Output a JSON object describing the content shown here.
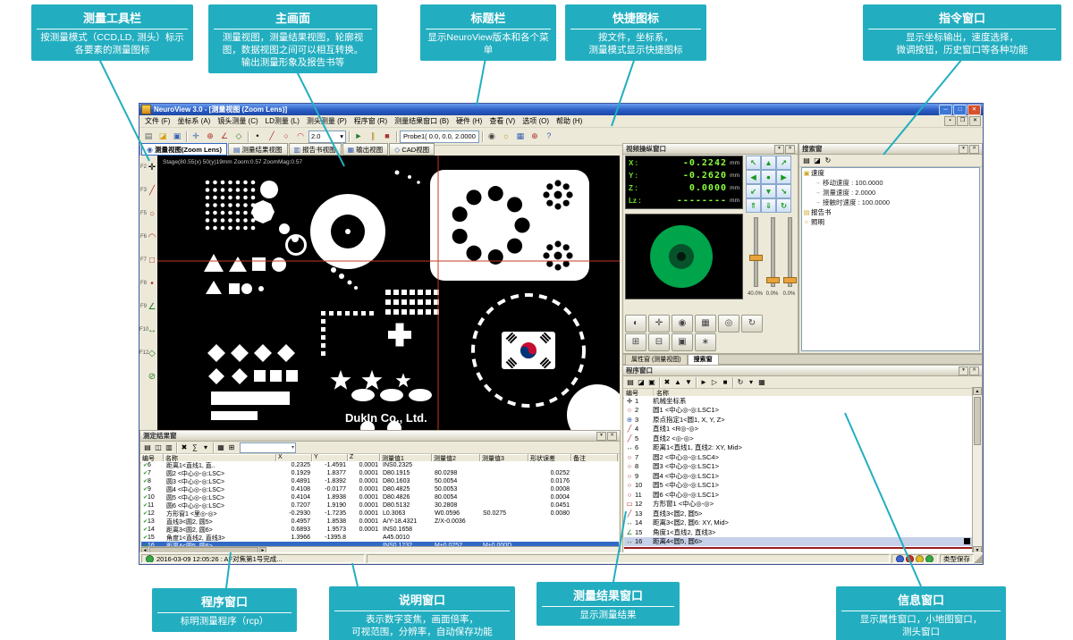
{
  "callouts": {
    "top": [
      {
        "title": "测量工具栏",
        "desc": "按测量模式（CCD,LD, 测头）标示\n各要素的测量图标"
      },
      {
        "title": "主画面",
        "desc": "测量视图，测量结果视图，轮廓视\n图，数据视图之间可以相互转换。\n输出测量形象及报告书等"
      },
      {
        "title": "标题栏",
        "desc": "显示NeuroView版本和各个菜单"
      },
      {
        "title": "快捷图标",
        "desc": "按文件，坐标系，\n测量模式显示快捷图标"
      },
      {
        "title": "指令窗口",
        "desc": "显示坐标输出，速度选择，\n微调按钮，历史窗口等各种功能"
      }
    ],
    "bottom": [
      {
        "title": "程序窗口",
        "desc": "标明测量程序（rcp）"
      },
      {
        "title": "说明窗口",
        "desc": "表示数字变焦，画面倍率，\n可视范围，分辨率，自动保存功能"
      },
      {
        "title": "测量结果窗口",
        "desc": "显示测量结果"
      },
      {
        "title": "信息窗口",
        "desc": "显示属性窗口，小地图窗口，\n测头窗口"
      }
    ]
  },
  "window": {
    "title": "NeuroView 3.0 - [测量视图 (Zoom Lens)]",
    "window_buttons": [
      "─",
      "□",
      "✕"
    ],
    "menu": [
      "文件 (F)",
      "坐标系 (A)",
      "镜头测量 (C)",
      "LD测量 (L)",
      "测头测量 (P)",
      "程序窗 (R)",
      "测量结果窗口 (B)",
      "硬件 (H)",
      "查看 (V)",
      "选项 (O)",
      "帮助 (H)"
    ],
    "mdi_buttons": [
      "▪",
      "❐",
      "✕"
    ],
    "main_toolbar": [
      {
        "t": "icon",
        "n": "new-file-icon",
        "g": "▤",
        "c": "#666666"
      },
      {
        "t": "icon",
        "n": "open-file-icon",
        "g": "◪",
        "c": "#d6a018"
      },
      {
        "t": "icon",
        "n": "save-icon",
        "g": "▣",
        "c": "#3a62b0"
      },
      {
        "t": "sep"
      },
      {
        "t": "icon",
        "n": "machine-csys-icon",
        "g": "✛",
        "c": "#3a62b0"
      },
      {
        "t": "icon",
        "n": "origin-icon",
        "g": "⊕",
        "c": "#b03030"
      },
      {
        "t": "icon",
        "n": "rotate-csys-icon",
        "g": "∠",
        "c": "#b03030"
      },
      {
        "t": "icon",
        "n": "plane-csys-icon",
        "g": "◇",
        "c": "#2a7a2a"
      },
      {
        "t": "sep"
      },
      {
        "t": "icon",
        "n": "point-tool-icon",
        "g": "•",
        "c": "#000000"
      },
      {
        "t": "icon",
        "n": "line-tool-icon",
        "g": "╱",
        "c": "#b03030"
      },
      {
        "t": "icon",
        "n": "circle-tool-icon",
        "g": "○",
        "c": "#b03030"
      },
      {
        "t": "icon",
        "n": "arc-tool-icon",
        "g": "◠",
        "c": "#b03030"
      },
      {
        "t": "combo",
        "n": "zoom-select",
        "v": "2.0"
      },
      {
        "t": "sep"
      },
      {
        "t": "icon",
        "n": "run-icon",
        "g": "►",
        "c": "#2a7a2a"
      },
      {
        "t": "icon",
        "n": "pause-icon",
        "g": "∥",
        "c": "#b08020"
      },
      {
        "t": "icon",
        "n": "stop-icon",
        "g": "■",
        "c": "#b03030"
      },
      {
        "t": "sep"
      },
      {
        "t": "display",
        "n": "probe-display",
        "v": "Probe1( 0.0, 0.0, 2.0000"
      },
      {
        "t": "sep"
      },
      {
        "t": "icon",
        "n": "camera-icon",
        "g": "◉",
        "c": "#444444"
      },
      {
        "t": "icon",
        "n": "light-icon",
        "g": "☼",
        "c": "#c09020"
      },
      {
        "t": "icon",
        "n": "grid-icon",
        "g": "▦",
        "c": "#3a62b0"
      },
      {
        "t": "icon",
        "n": "crosshair-icon",
        "g": "⊕",
        "c": "#b03030"
      },
      {
        "t": "icon",
        "n": "help-icon",
        "g": "?",
        "c": "#3a62b0"
      }
    ],
    "view_tabs": [
      {
        "label": "测量视图(Zoom Lens)",
        "icon": "◉"
      },
      {
        "label": "测量结果视图",
        "icon": "▤"
      },
      {
        "label": "报告书视图",
        "icon": "▥"
      },
      {
        "label": "输出视图",
        "icon": "▦"
      },
      {
        "label": "CAD视图",
        "icon": "◇"
      }
    ],
    "tool_palette": [
      {
        "key": "F2",
        "g": "✛",
        "c": "#000000"
      },
      {
        "key": "F3",
        "g": "╱",
        "c": "#b03030"
      },
      {
        "key": "F5",
        "g": "○",
        "c": "#b03030"
      },
      {
        "key": "F6",
        "g": "◠",
        "c": "#b03030"
      },
      {
        "key": "F7",
        "g": "□",
        "c": "#b03030"
      },
      {
        "key": "F8",
        "g": "•",
        "c": "#b03030"
      },
      {
        "key": "F9",
        "g": "∠",
        "c": "#2a7a2a"
      },
      {
        "key": "F10",
        "g": "↔",
        "c": "#2a7a2a"
      },
      {
        "key": "F12",
        "g": "◇",
        "c": "#2a7a2a"
      },
      {
        "key": "",
        "g": "⊘",
        "c": "#2a7a2a"
      }
    ],
    "canvas": {
      "info_text": "Stage(80.55(x) 50(y)19mm  Zoom:0.57  ZoomMag:0.57",
      "brand_text": "DukIn Co., Ltd."
    },
    "control_panel": {
      "title": "视频操纵窗口",
      "axes": [
        {
          "label": "X :",
          "value": "-0.2242",
          "unit": "mm"
        },
        {
          "label": "Y :",
          "value": "-0.2620",
          "unit": "mm"
        },
        {
          "label": "Z :",
          "value": "0.0000",
          "unit": "mm"
        },
        {
          "label": "Lz :",
          "value": "--------",
          "unit": "mm"
        }
      ],
      "jog_pad": [
        [
          {
            "n": "jog-up-left-button",
            "g": "↖"
          },
          {
            "n": "jog-up-button",
            "g": "▲"
          },
          {
            "n": "jog-up-right-button",
            "g": "↗"
          }
        ],
        [
          {
            "n": "jog-left-button",
            "g": "◀"
          },
          {
            "n": "jog-center-button",
            "g": "●"
          },
          {
            "n": "jog-right-button",
            "g": "▶"
          }
        ],
        [
          {
            "n": "jog-down-left-button",
            "g": "↙"
          },
          {
            "n": "jog-down-button",
            "g": "▼"
          },
          {
            "n": "jog-down-right-button",
            "g": "↘"
          }
        ]
      ],
      "jog_extra": [
        {
          "n": "z-up-button",
          "g": "⇑"
        },
        {
          "n": "z-down-button",
          "g": "⇓"
        },
        {
          "n": "jog-mode-button",
          "g": "↻"
        }
      ],
      "sliders": [
        {
          "n": "light-slider-1",
          "value": "40.0%",
          "pct": 40
        },
        {
          "n": "light-slider-2",
          "value": "0.0%",
          "pct": 0
        },
        {
          "n": "light-slider-3",
          "value": "0.0%",
          "pct": 0
        }
      ],
      "buttons_row1": [
        {
          "n": "joystick-button",
          "g": "◐"
        },
        {
          "n": "stage-button",
          "g": "✛"
        },
        {
          "n": "camera-view-button",
          "g": "◉"
        },
        {
          "n": "grid-view-button",
          "g": "▦"
        },
        {
          "n": "target-button",
          "g": "◎"
        },
        {
          "n": "refresh-button",
          "g": "↻"
        }
      ],
      "buttons_row2": [
        {
          "n": "zoom-in-button",
          "g": "⊞"
        },
        {
          "n": "zoom-out-button",
          "g": "⊟"
        },
        {
          "n": "fit-view-button",
          "g": "▣"
        },
        {
          "n": "options-button",
          "g": "∗"
        }
      ]
    },
    "search_panel": {
      "title": "搜索窗",
      "toolbar": [
        [
          "save-search-icon",
          "▤"
        ],
        [
          "folder-search-icon",
          "◪"
        ],
        [
          "refresh-search-icon",
          "↻"
        ]
      ],
      "tree": [
        {
          "icon": "▣",
          "label": "速度",
          "children": [
            "移动速度 : 100.0000",
            "测量速度 : 2.0000",
            "接触时速度 : 100.0000"
          ]
        },
        {
          "icon": "▤",
          "label": "报告书",
          "children": []
        },
        {
          "icon": "☼",
          "label": "照明",
          "children": []
        }
      ]
    },
    "dock_tabs": {
      "items": [
        "属性窗 (测量视图)",
        "搜索窗"
      ],
      "active": 1
    },
    "program_panel": {
      "title": "程序窗口",
      "toolbar": [
        [
          "new-step-icon",
          "▤"
        ],
        [
          "open-program-icon",
          "◪"
        ],
        [
          "save-program-icon",
          "▣"
        ],
        [
          "sep",
          ""
        ],
        [
          "delete-step-icon",
          "✖"
        ],
        [
          "move-up-icon",
          "▲"
        ],
        [
          "move-down-icon",
          "▼"
        ],
        [
          "sep",
          ""
        ],
        [
          "run-program-icon",
          "►"
        ],
        [
          "run-step-icon",
          "▷"
        ],
        [
          "stop-program-icon",
          "■"
        ],
        [
          "sep",
          ""
        ],
        [
          "loop-icon",
          "↻"
        ],
        [
          "filter-icon",
          "▾"
        ],
        [
          "columns-icon",
          "▦"
        ]
      ],
      "columns": [
        "编号",
        "名称"
      ],
      "rows": [
        {
          "no": "1",
          "g": "✛",
          "c": "#000000",
          "name": "机械坐标系"
        },
        {
          "no": "2",
          "g": "○",
          "c": "#b03030",
          "name": "圆1 <中心◎-◎:LSC1>"
        },
        {
          "no": "3",
          "g": "⊕",
          "c": "#3a62b0",
          "name": "原点指定1<圆1, X, Y, Z>"
        },
        {
          "no": "4",
          "g": "╱",
          "c": "#b03030",
          "name": "直线1 <R◎-◎>"
        },
        {
          "no": "5",
          "g": "╱",
          "c": "#b03030",
          "name": "直线2 <◎-◎>"
        },
        {
          "no": "6",
          "g": "↔",
          "c": "#2a7a2a",
          "name": "距离1<直线1, 直线2: XY, Mid>"
        },
        {
          "no": "7",
          "g": "○",
          "c": "#b03030",
          "name": "圆2 <中心◎-◎:LSC4>"
        },
        {
          "no": "8",
          "g": "○",
          "c": "#b03030",
          "name": "圆3 <中心◎-◎:LSC1>"
        },
        {
          "no": "9",
          "g": "○",
          "c": "#b03030",
          "name": "圆4 <中心◎-◎:LSC1>"
        },
        {
          "no": "10",
          "g": "○",
          "c": "#b03030",
          "name": "圆5 <中心◎-◎:LSC1>"
        },
        {
          "no": "11",
          "g": "○",
          "c": "#b03030",
          "name": "圆6 <中心◎-◎:LSC1>"
        },
        {
          "no": "12",
          "g": "▭",
          "c": "#b03030",
          "name": "方形窗1 <中心◎-◎>"
        },
        {
          "no": "13",
          "g": "╱",
          "c": "#b03030",
          "name": "直线3<圆2, 圆5>"
        },
        {
          "no": "14",
          "g": "↔",
          "c": "#2a7a2a",
          "name": "距离3<圆2, 圆6: XY, Mid>"
        },
        {
          "no": "15",
          "g": "∠",
          "c": "#2a7a2a",
          "name": "角度1<直线2, 直线3>"
        },
        {
          "no": "16",
          "g": "↔",
          "c": "#2a7a2a",
          "name": "距离4<圆5, 圆6>"
        }
      ],
      "selected": 15
    },
    "results_panel": {
      "title": "测定结果窗",
      "toolbar": [
        [
          "select-results-icon",
          "▤"
        ],
        [
          "copy-results-icon",
          "◫"
        ],
        [
          "print-results-icon",
          "▥"
        ],
        [
          "sep",
          ""
        ],
        [
          "delete-result-icon",
          "✖"
        ],
        [
          "sum-icon",
          "∑"
        ],
        [
          "filter-results-icon",
          "▾"
        ],
        [
          "sep",
          ""
        ],
        [
          "columns-results-icon",
          "▦"
        ],
        [
          "export-results-icon",
          "⊞"
        ]
      ],
      "columns": [
        "编号",
        "名称",
        "X",
        "Y",
        "Z",
        "测量值1",
        "测量值2",
        "测量值3",
        "形状误差",
        "备注"
      ],
      "rows": [
        [
          "6",
          "距离1<直线1, 直..",
          "0.2325",
          "-1.4591",
          "0.0001",
          "INS0.2325",
          "",
          "",
          "",
          ""
        ],
        [
          "7",
          "圆2 <中心◎-◎:LSC>",
          "0.1929",
          "1.8377",
          "0.0001",
          "D80.1915",
          "80.0298",
          "",
          "0.0252",
          ""
        ],
        [
          "8",
          "圆3 <中心◎-◎:LSC>",
          "0.4891",
          "-1.8392",
          "0.0001",
          "D80.1603",
          "50.0054",
          "",
          "0.0176",
          ""
        ],
        [
          "9",
          "圆4 <中心◎-◎:LSC>",
          "0.4108",
          "-0.0177",
          "0.0001",
          "D80.4825",
          "50.0053",
          "",
          "0.0008",
          ""
        ],
        [
          "10",
          "圆5 <中心◎-◎:LSC>",
          "0.4104",
          "1.8938",
          "0.0001",
          "D80.4826",
          "80.0054",
          "",
          "0.0004",
          ""
        ],
        [
          "11",
          "圆6 <中心◎-◎:LSC>",
          "0.7207",
          "1.9190",
          "0.0001",
          "D80.5132",
          "30.2808",
          "",
          "0.0451",
          ""
        ],
        [
          "12",
          "方形窗1 <里◎-◎>",
          "-0.2930",
          "-1.7235",
          "0.0001",
          "L0.3063",
          "W0.0596",
          "S0.0275",
          "0.0080",
          ""
        ],
        [
          "13",
          "直线3<圆2, 圆5>",
          "0.4957",
          "1.8538",
          "0.0001",
          "A/Y-18.4321",
          "Z/X-0.0036",
          "",
          "",
          ""
        ],
        [
          "14",
          "距离3<圆2, 圆6>",
          "0.6893",
          "1.9573",
          "0.0001",
          "INS0.1658",
          "",
          "",
          "",
          ""
        ],
        [
          "15",
          "角度1<直线2, 直线3>",
          "1.3966",
          "-1395.8",
          "",
          "A45.0010",
          "",
          "",
          "",
          ""
        ],
        [
          "16",
          "距离4<圆5, 圆6>",
          "",
          "",
          "",
          "INS0.1232",
          "M±0.0252",
          "M±0.000D",
          "",
          ""
        ]
      ],
      "selected": 10
    },
    "statusbar": {
      "message": "2016-03-09 12:05:26 : AF对焦第1号完成...",
      "lights": [
        "#3a62d0",
        "#cc3322",
        "#ddbb22",
        "#33aa44"
      ],
      "save_label": "类型保存"
    }
  }
}
